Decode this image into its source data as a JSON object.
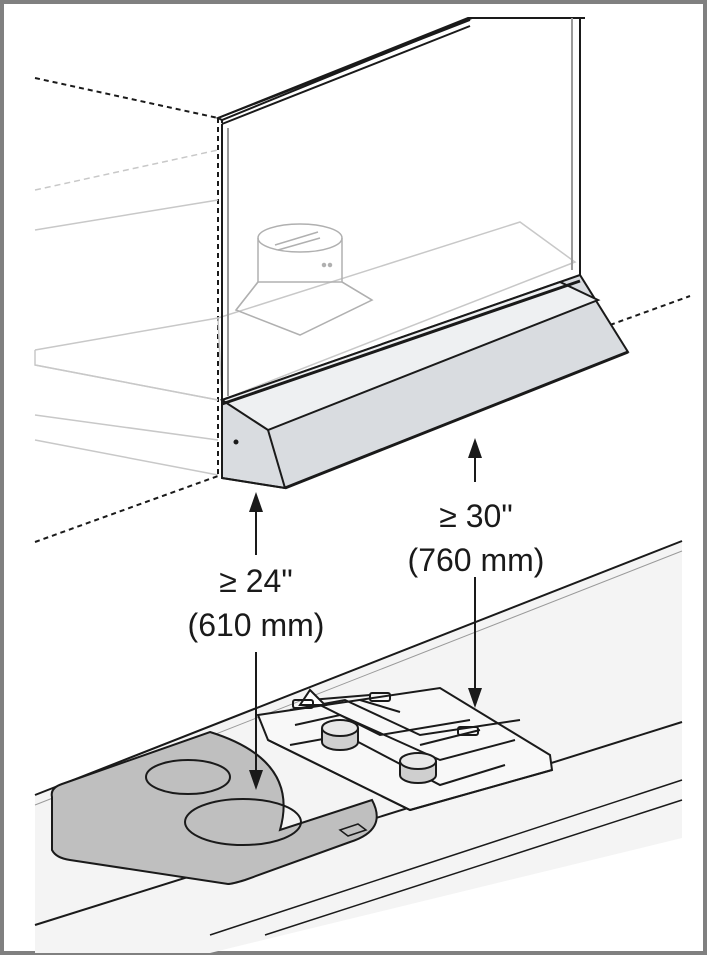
{
  "labels": {
    "left_clearance_line1": "≥ 24\"",
    "left_clearance_line2": "(610 mm)",
    "right_clearance_line1": "≥ 30\"",
    "right_clearance_line2": "(760 mm)"
  },
  "colors": {
    "frame": "#808080",
    "line": "#1a1a1a",
    "faint_line": "#c8c8c8",
    "hood_fill": "#d9dce0",
    "induction_fill": "#bfbfbf",
    "countertop": "#f4f4f4"
  }
}
